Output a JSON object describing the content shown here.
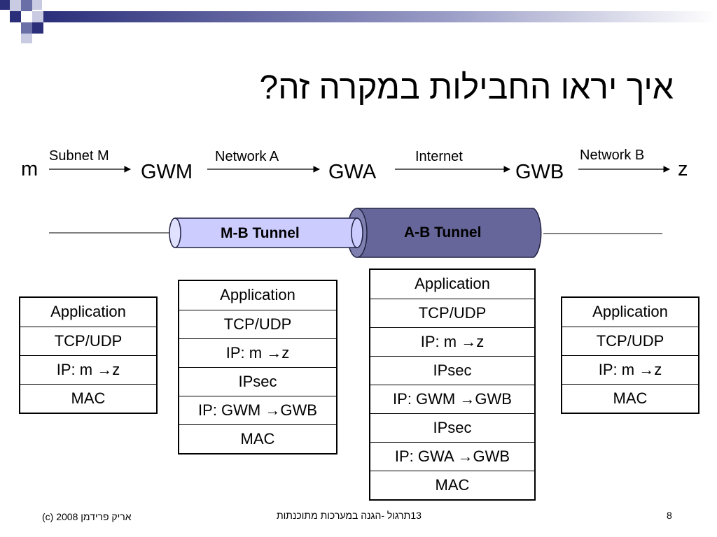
{
  "slide": {
    "title": "איך יראו החבילות במקרה זה?",
    "footer_left": "(c) אריק פרידמן 2008",
    "footer_center": "13תרגול -הגנה במערכות מתוכנתות",
    "page_number": "8"
  },
  "path": {
    "nodes": [
      "m",
      "GWM",
      "GWA",
      "GWB",
      "z"
    ],
    "links": [
      "Subnet M",
      "Network A",
      "Internet",
      "Network B"
    ]
  },
  "tunnels": {
    "inner": "M-B Tunnel",
    "outer": "A-B Tunnel"
  },
  "stacks": {
    "m": [
      "Application",
      "TCP/UDP",
      "IP: m →z",
      "MAC"
    ],
    "gwm_gwa": [
      "Application",
      "TCP/UDP",
      "IP: m →z",
      "IPsec",
      "IP: GWM →GWB",
      "MAC"
    ],
    "gwa_gwb": [
      "Application",
      "TCP/UDP",
      "IP: m →z",
      "IPsec",
      "IP: GWM →GWB",
      "IPsec",
      "IP: GWA →GWB",
      "MAC"
    ],
    "z": [
      "Application",
      "TCP/UDP",
      "IP: m →z",
      "MAC"
    ]
  },
  "colors": {
    "header_dark": "#2b2f7a",
    "header_mid": "#6a6fa8",
    "header_light": "#c9cbe3",
    "inner_tunnel": "#ccccff",
    "outer_tunnel": "#66669a"
  }
}
